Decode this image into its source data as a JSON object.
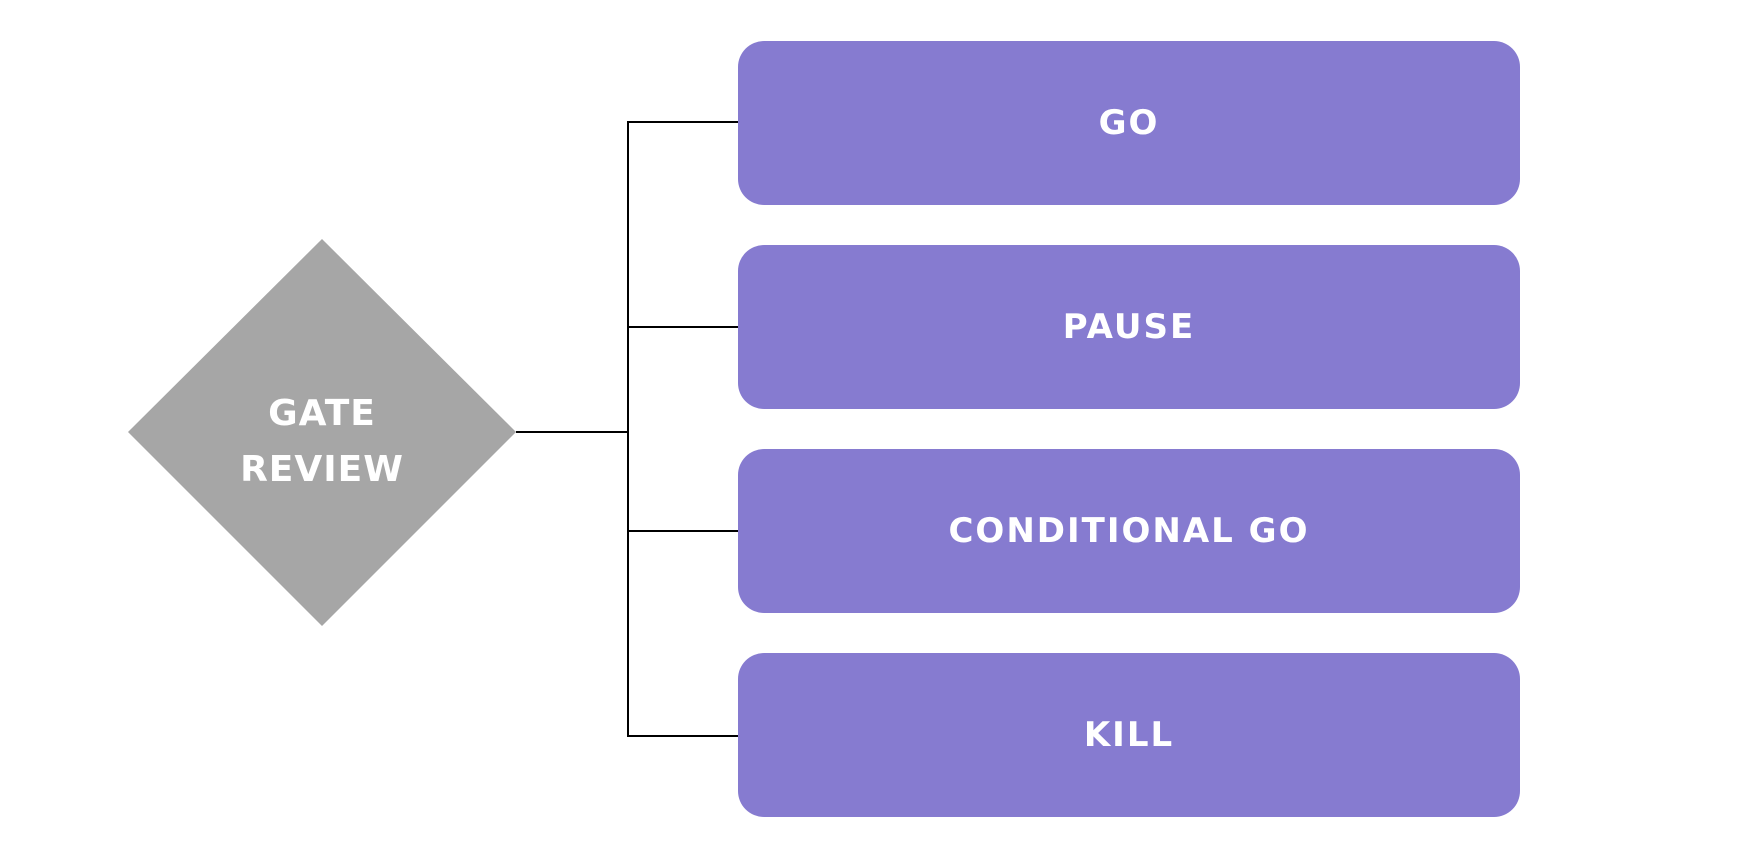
{
  "gate": {
    "line1": "GATE",
    "line2": "REVIEW",
    "fill_color": "#a6a6a6",
    "text_color": "#ffffff"
  },
  "outcomes": [
    {
      "label": "GO"
    },
    {
      "label": "PAUSE"
    },
    {
      "label": "CONDITIONAL GO"
    },
    {
      "label": "KILL"
    }
  ],
  "colors": {
    "outcome_fill": "#867bd0",
    "connector": "#000000",
    "background": "#ffffff"
  }
}
